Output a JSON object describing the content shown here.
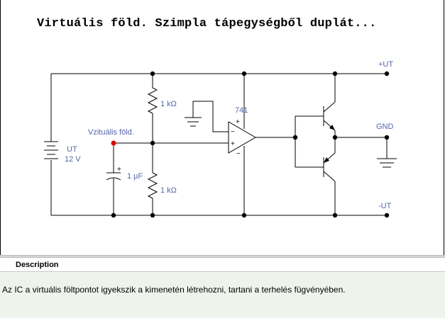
{
  "title": "Virtuális föld. Szimpla tápegységből duplát...",
  "labels": {
    "plus_ut": "+UT",
    "gnd": "GND",
    "minus_ut": "-UT",
    "r_top": "1 kΩ",
    "r_bottom": "1 kΩ",
    "opamp": "741",
    "virtual_ground": "Vzituális föld.",
    "battery_name": "UT",
    "battery_value": "12 V",
    "capacitor": "1 µF"
  },
  "description": {
    "header": "Description",
    "text": "Az IC a virtuális föltpontot igyekszik a kimenetén létrehozni, tartani a terhelés fügvényében."
  },
  "colors": {
    "label": "#5566aa",
    "probe": "#e00000",
    "description_bg": "#eef4ec"
  }
}
